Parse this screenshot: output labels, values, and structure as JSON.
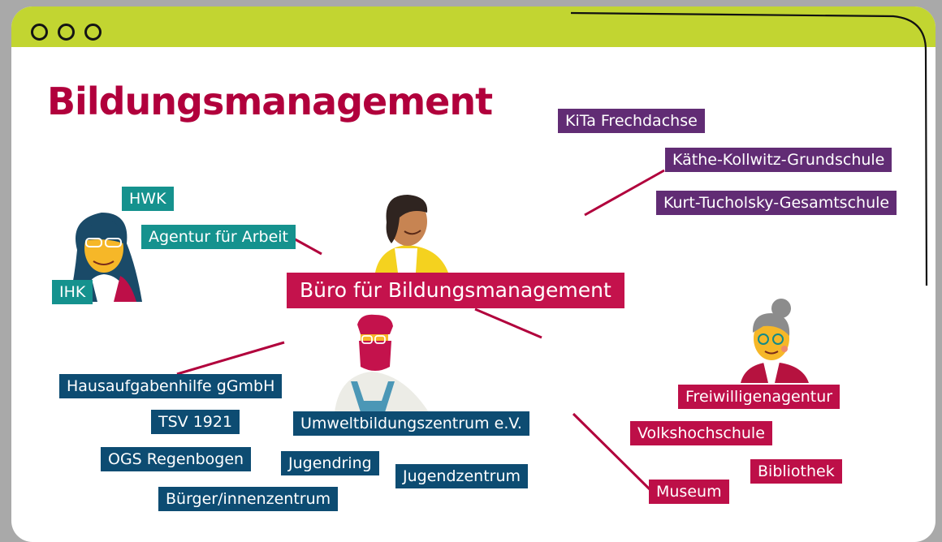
{
  "title": "Bildungsmanagement",
  "center": "Büro für Bildungsmanagement",
  "groups": {
    "green": [
      "HWK",
      "Agentur für Arbeit",
      "IHK"
    ],
    "purple": [
      "KiTa Frechdachse",
      "Käthe-Kollwitz-Grundschule",
      "Kurt-Tucholsky-Gesamtschule"
    ],
    "blue": [
      "Hausaufgabenhilfe gGmbH",
      "TSV 1921",
      "OGS Regenbogen",
      "Bürger/innenzentrum",
      "Umweltbildungszentrum e.V.",
      "Jugendring",
      "Jugendzentrum"
    ],
    "red": [
      "Freiwilligenagentur",
      "Volkshochschule",
      "Bibliothek",
      "Museum"
    ]
  },
  "colors": {
    "titlebar": "#c2d531",
    "title": "#b1003c",
    "green": "#15928e",
    "purple": "#612c74",
    "blue": "#0d4c72",
    "red": "#bd0f48",
    "connector": "#b1003c"
  }
}
